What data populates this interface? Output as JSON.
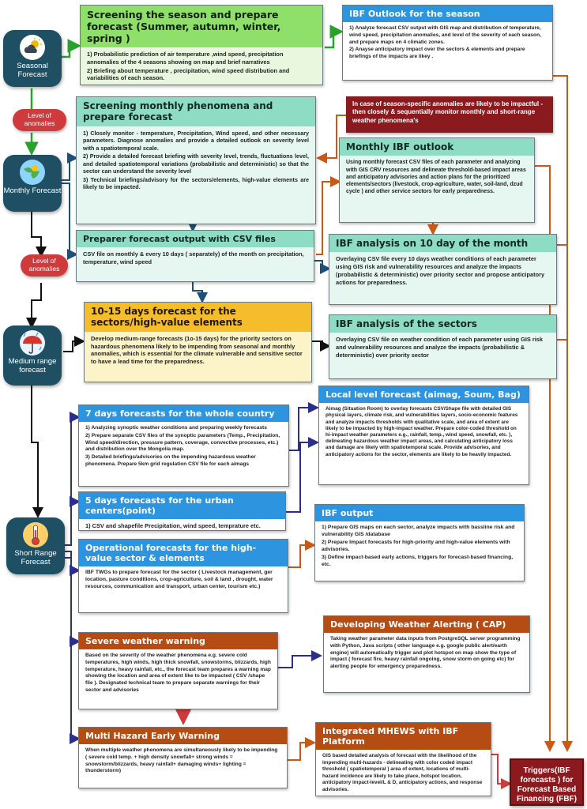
{
  "nodes": {
    "seasonal": "Seasonal Forecast",
    "monthly": "Monthly Forecast",
    "medium": "Medium range forecast",
    "short": "Short Range Forecast"
  },
  "pills": {
    "anomalies_1": "Level of anomalies",
    "anomalies_2": "Level of anomalies"
  },
  "screen_season": {
    "title": "Screening the season and prepare forecast (Summer, autumn, winter, spring )",
    "items": [
      "1) Probabilistic prediction of air temperature ,wind speed, precipitation annomalies of the 4 seasons showing on map and brief narratives",
      "2) Briefing about temperature , precipitation, wind speed distribution and variabilities of each season."
    ]
  },
  "ibf_outlook_season": {
    "title": "IBF Outlook for the season",
    "items": [
      "1) Analyze forecast CSV output with GIS map and distribution of temperature, wind speed, precipitation anomalies, and level of the severity of each season, and prepare maps on 4 climatic zones.",
      "2) Anayse anticipatory impact over the sectors & elements and prepare briefings of the impacts are likey ."
    ]
  },
  "season_specific": "In case of season-specific anomalies are likely to be impactful - then closely & sequentially monitor monthly and short-range weather phenomena's",
  "screen_monthly": {
    "title": "Screening monthly phenomena and prepare forecast",
    "items": [
      "1) Closely monitor - temperature, Precipitation, Wind speed, and other necessary parameters. Diagnose anomalies and provide a detailed outlook on severity level with a spatiotemporal scale.",
      "2) Provide a detailed forecast briefing with severity level, trends, fluctuations level, and detailed spatiotemporal variations (probabilistic and deterministic) so that the sector can understand the severity level",
      "3) Technical briefings/advisory for the sectors/elements, high-value elements are likely to be impacted."
    ]
  },
  "monthly_ibf_outlook": {
    "title": "Monthly IBF outlook",
    "text": "Using monthly forecast CSV files of each parameter and analyzing with GIS CRV resources and delineate threshold-based impact areas and anticipatory advisories and action plans for the prioritized elements/sectors (livestock, crop-agriculture, water, soil-land, dzud cycle ) and other service sectors for early preparedness."
  },
  "preparer_csv": {
    "title": "Preparer forecast output with CSV files",
    "text": "CSV file on monthly & every 10 days ( separately) of the month on precipitation, temperature, wind speed"
  },
  "ibf_10day": {
    "title": "IBF analysis on 10 day of the month",
    "text": "Overlaying CSV file every 10 days weather conditions of each parameter using GIS risk and vulnerability resources and analyze the impacts (probabilistic & deterministic) over priority sector and propose anticipatory actions for preparedness."
  },
  "forecast_10_15": {
    "title": "10-15 days forecast for the sectors/high-value elements",
    "text": "Develop medium-range forecasts (1o-15 days) for the priority sectors on hazardous phenomena likely to be impending from seasonal and monthly anomalies, which is essential for the climate vulnerable and sensitive sector to have a lead time for the preparedness."
  },
  "ibf_sectors": {
    "title": "IBF analysis of the sectors",
    "text": "Overlaying CSV file on weather condition of each parameter using GIS risk and vulnerability resources and analyze the impacts (probabilistic & deterministic) over priority sector"
  },
  "local_level": {
    "title": "Local level forecast (aimag, Soum, Bag)",
    "text": "Aimag (Situation Room) to overlay forecasts CSV/Shape file with detailed GIS physical layers, climate risk, and vulnerabilities layers, socio-economic features and analyze impacts thresholds with qualitative scale, and area of extent are likely to be impacted by high-impact weather. Prepare color-coded threshold on hi-impact weather parameters e.g., rainfall, temp., wind speed, snowfall, etc. ), delineating hazardous weather impact areas, and calculating anticipatory loss and damage are likely with spatiotemporal scale. Provide advisories, and anticipatory actions for the sector, elements are likely to be heavily impacted."
  },
  "seven_days": {
    "title": "7 days forecasts for the whole country",
    "items": [
      "1) Analyzing synoptic weather conditions and preparing weekly forecasts",
      "2) Prepare separate CSV files of the synoptic parameters (Temp., Precipitation, Wind speed/direction, pressure pattern, coverage, convective processes, etc.) and distribution over the Mongolia map.",
      "3) Detailed briefings/advisories on the impending hazardous weather phenomena.  Prepare 5km grid regulation CSV file for each aimags"
    ]
  },
  "five_days": {
    "title": "5 days forecasts for the urban centers(point)",
    "text": "1) CSV and shapefile Precipitation, wind speed, temprature etc."
  },
  "ibf_output": {
    "title": "IBF  output",
    "items": [
      "1) Prepare GIS maps on each sector, analyze impacts with bassline risk and vulnerability GIS /database",
      "2) Prepare Impact forecasts for high-priority and high-value elements with advisories.",
      "3) Define impact-based early actions, triggers for forecast-based financing, etc."
    ]
  },
  "operational": {
    "title": "Operational forecasts for the high-value sector & elements",
    "text": "IBF TWGs to prepare forecast for the sector ( Livestock management, ger location, pasture conditions, crop-agriculture, soil & land , drought, water resources, communication and transport, urban center, tourism etc.)"
  },
  "cap": {
    "title": "Developing Weather Alerting ( CAP)",
    "text": "Taking weather parameter data inputs from PostgreSQL server programming with Python, Java scripts ( other language e.g. google public alert/earth engine) will automatically trigger and plot hotspot on map show the type of impact ( forecast fire, heavy rainfall ongoing, snow storm on going etc) for alerting people for emergency preparedness."
  },
  "severe": {
    "title": "Severe weather warning",
    "text": "Based on the severity of the weather phenomena e.g. severe cold temperatures, high winds, high thick snowfall, snowstorms, blizzards, high temperature, heavy rainfall, etc., the forecast team prepares a warning map showing the location and area of extent like to be impacted ( CSV /shape file ). Designated technical team to prepare separate warnings for their sector and advisories"
  },
  "multi_hazard": {
    "title": "Multi Hazard Early Warning",
    "text": "When multiple weather phenomena are simultaneously likely to be impending ( severe cold temp. + high density snowfall+ strong winds = snowstorm/blizzards, heavy rainfall+ damaging winds+ lighting = thunderstorm)"
  },
  "mhews": {
    "title": "Integrated MHEWS with IBF Platform",
    "text": "GIS based detailed analysis of forecast with the likelihood of the impending multi-hazards - delineating with color coded impact  threshold ( spatiotemporal ) area of extent, locations of multi-hazard incidence are likely to take place, hotspot location, anticipatory impact-level/L & D, anticipatory  actions, and response advisories."
  },
  "triggers": "Triggers(IBF forecasts )  for Forecast Based Financing (FBF)",
  "colors": {
    "node": "#1e4f63",
    "pill": "#cf3a3d",
    "dark_red": "#8b1a1e",
    "green_arrow": "#2aa12a",
    "blue_arrow": "#1e4f7a",
    "orange_arrow": "#c85a16",
    "navy_arrow": "#2b2f8a"
  },
  "icons": [
    "cloud-sun-icon",
    "monthly-globe-icon",
    "umbrella-icon",
    "thermometer-icon"
  ]
}
